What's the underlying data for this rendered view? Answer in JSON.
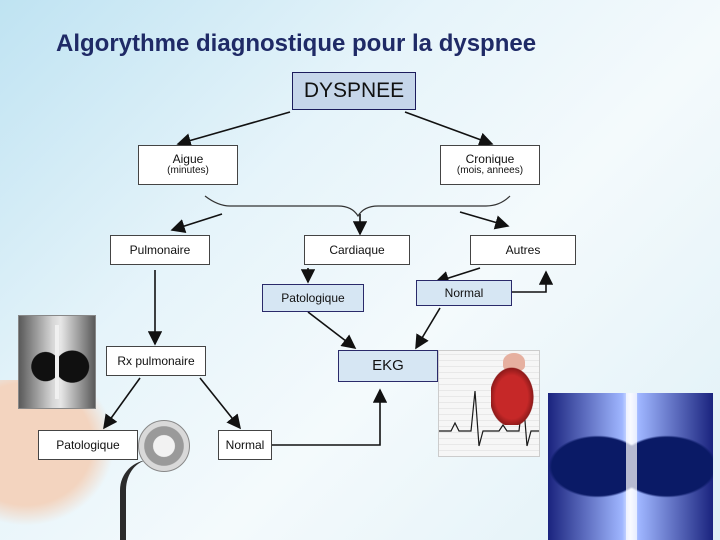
{
  "title": "Algorythme diagnostique pour la dyspnee",
  "nodes": {
    "dyspnee": "DYSPNEE",
    "aigue": "Aigue",
    "aigue_sub": "(minutes)",
    "cronique": "Cronique",
    "cronique_sub": "(mois, annees)",
    "pulmonaire": "Pulmonaire",
    "cardiaque": "Cardiaque",
    "autres": "Autres",
    "patologique_card": "Patologique",
    "normal_card": "Normal",
    "rx_pulmonaire": "Rx pulmonaire",
    "patologique_rx": "Patologique",
    "normal_rx": "Normal",
    "ekg": "EKG"
  },
  "images": {
    "chest_xray_left": "chest-xray",
    "ekg_heart": "ekg-heart",
    "chest_xray_right": "chest-xray-blue",
    "stethoscope": "stethoscope-icon"
  }
}
